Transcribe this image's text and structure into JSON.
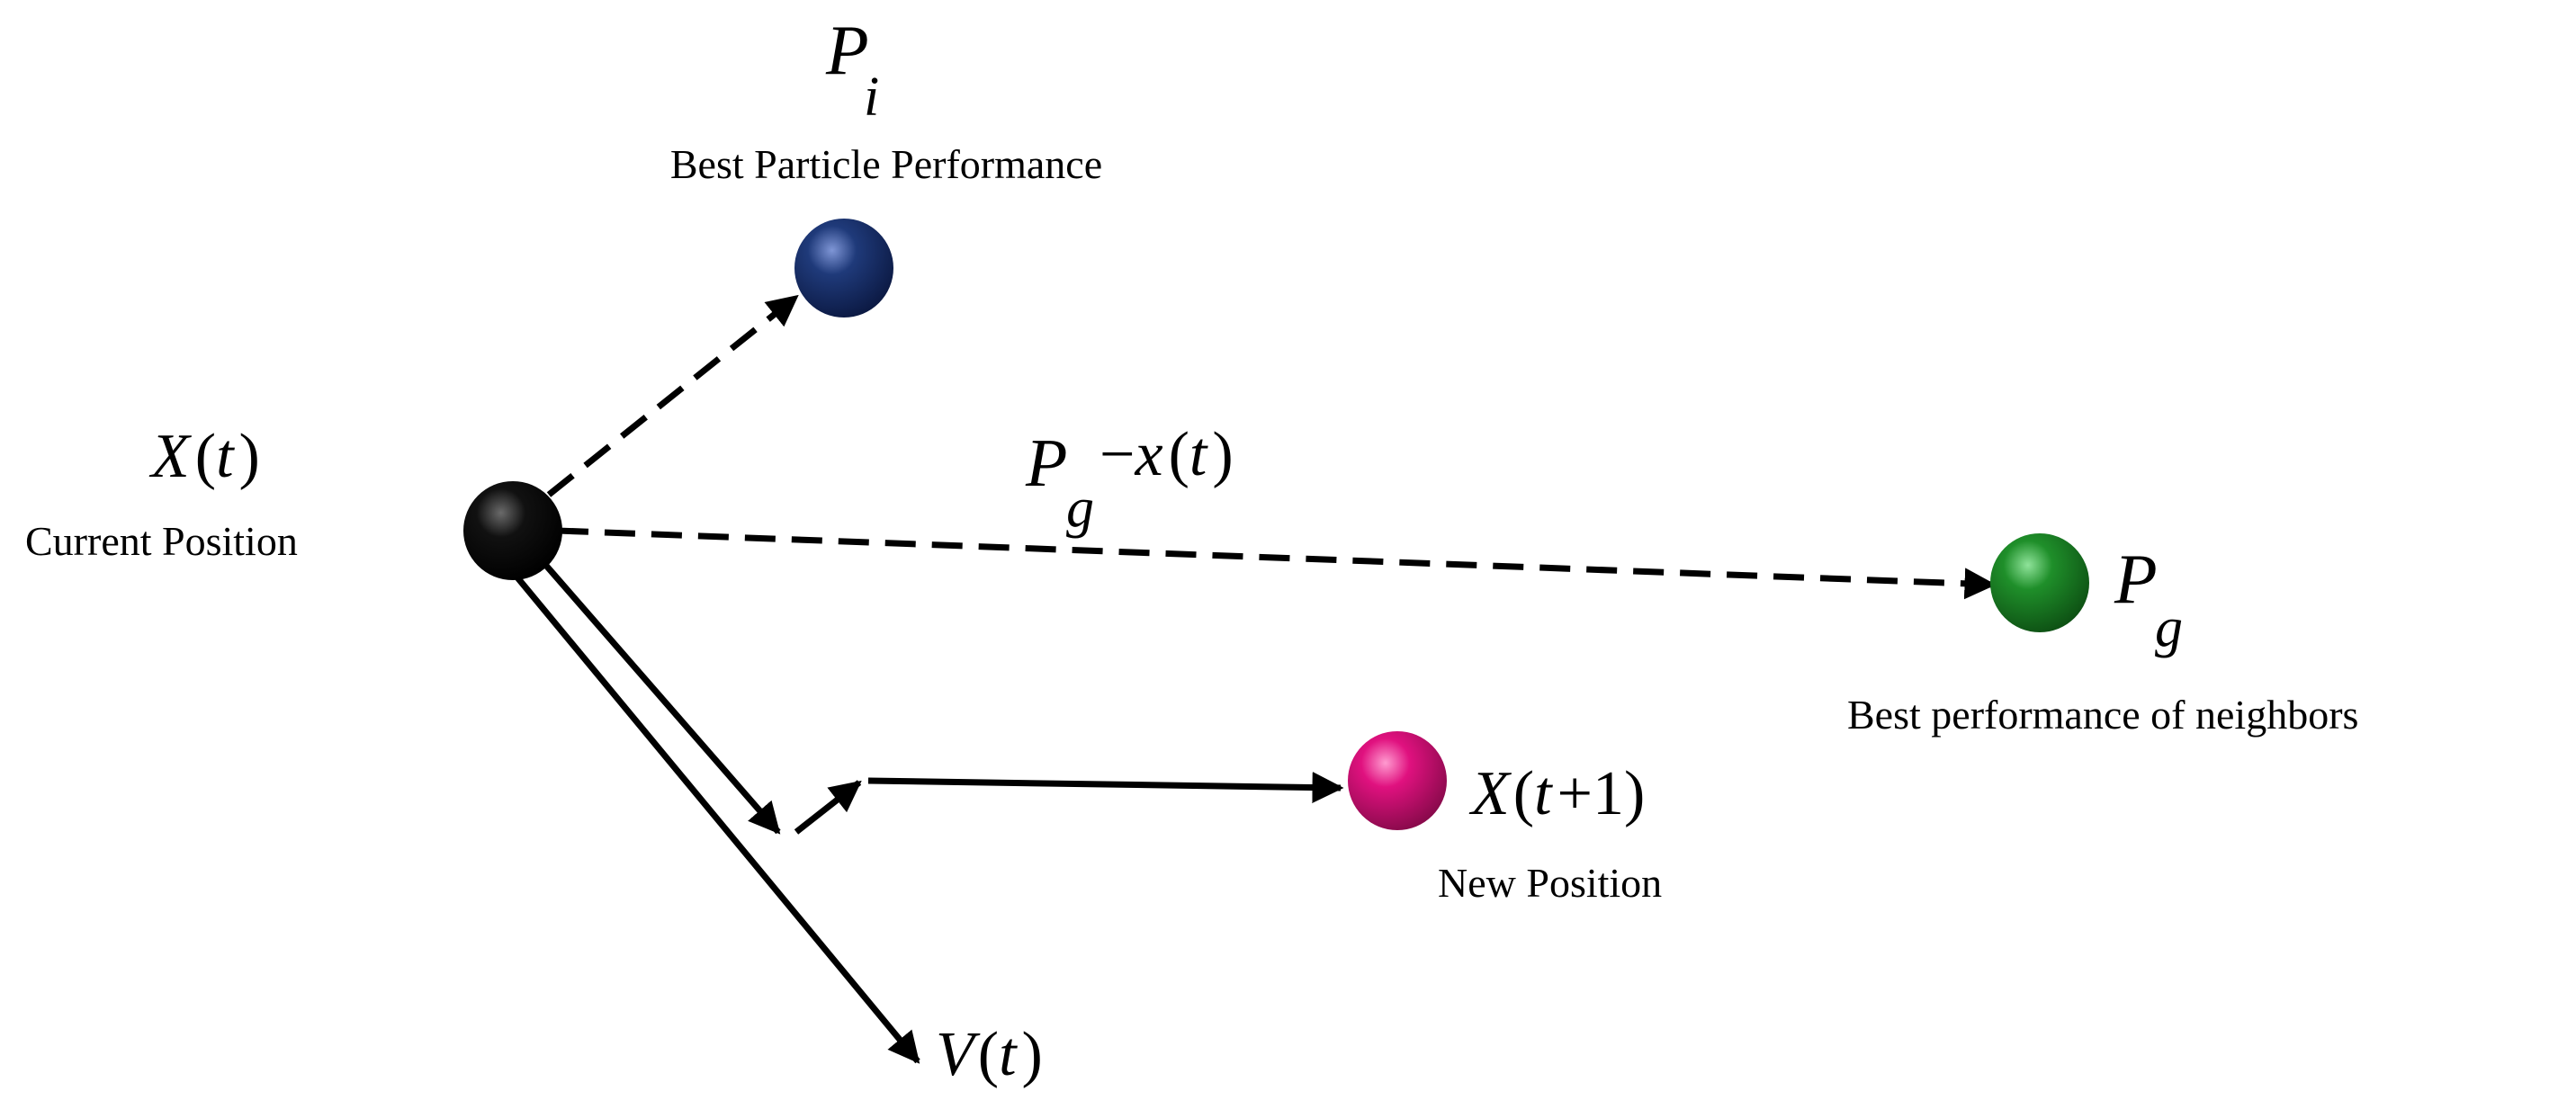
{
  "nodes": {
    "current": {
      "symbol": "X",
      "arg": "t",
      "caption": "Current Position",
      "color": "#000000"
    },
    "pbest": {
      "symbol": "P",
      "subscript": "i",
      "caption": "Best Particle Performance",
      "color": "#1f3a7a"
    },
    "gbest": {
      "symbol": "P",
      "subscript": "g",
      "caption": "Best performance of neighbors",
      "color": "#1f8f2a"
    },
    "new": {
      "symbol": "X",
      "arg": "t",
      "plus": "+",
      "one": "1",
      "caption": "New Position",
      "color": "#e0117f"
    }
  },
  "edges": {
    "global_label": {
      "symbol": "P",
      "subscript": "g",
      "minus": "−",
      "x": "x",
      "arg": "t"
    },
    "velocity_label": {
      "symbol": "V",
      "arg": "t"
    }
  },
  "punct": {
    "open": "(",
    "close": ")"
  }
}
